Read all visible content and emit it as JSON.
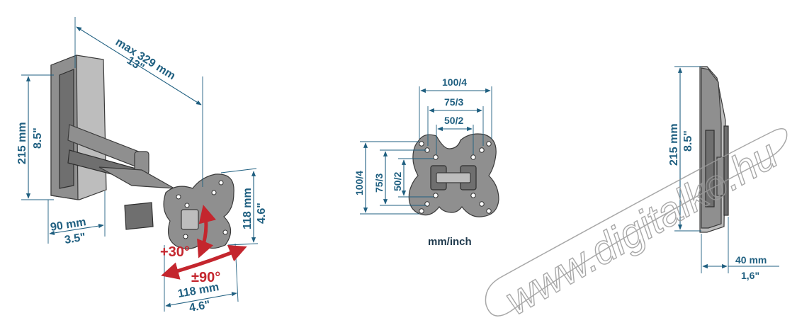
{
  "left_view": {
    "height_mm": "215 mm",
    "height_in": "8.5\"",
    "reach_mm": "max 329 mm",
    "reach_in": "13\"",
    "depth_mm": "90 mm",
    "depth_in": "3.5\"",
    "plate_height_mm": "118 mm",
    "plate_height_in": "4.6\"",
    "plate_width_mm": "118 mm",
    "plate_width_in": "4.6\"",
    "tilt": "+30°",
    "swivel": "±90°"
  },
  "vesa_view": {
    "top_100": "100/4",
    "top_75": "75/3",
    "top_50": "50/2",
    "side_100": "100/4",
    "side_75": "75/3",
    "side_50": "50/2",
    "caption": "mm/inch"
  },
  "side_view": {
    "height_mm": "215 mm",
    "height_in": "8.5\"",
    "depth_mm": "40 mm",
    "depth_in": "1,6\""
  },
  "watermark": "www.digitalko.hu",
  "colors": {
    "dimension": "#1f5f80",
    "rotation_arrows": "#c4262e",
    "parts": "#8f8f8f"
  }
}
